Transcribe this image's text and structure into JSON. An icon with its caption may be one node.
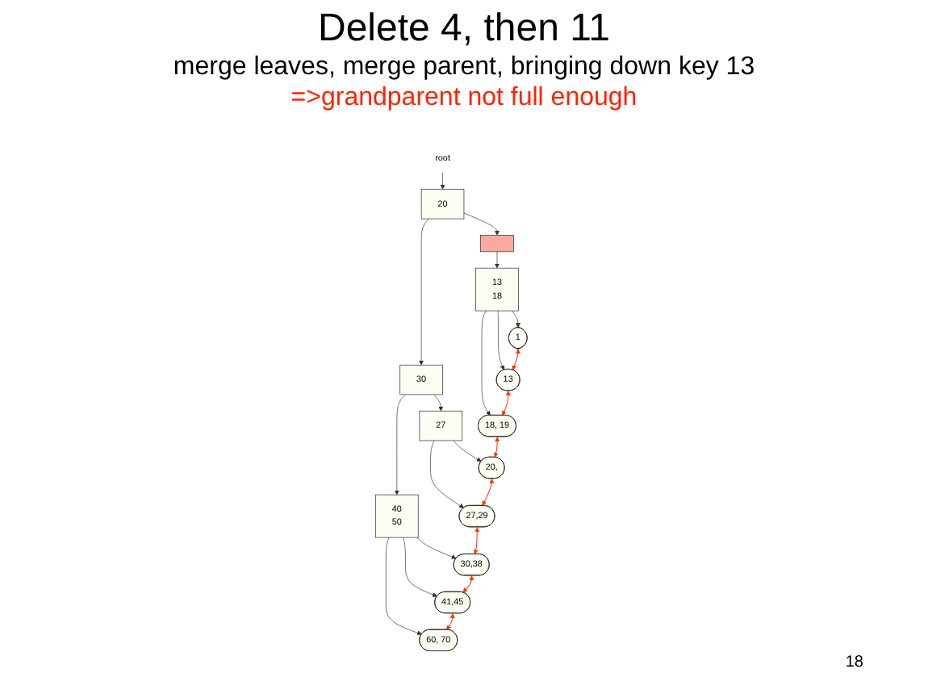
{
  "diagram": {
    "title": "Delete 4, then 11",
    "nodes": [
      {
        "text": [
          "root"
        ]
      },
      {
        "text": [
          "20"
        ]
      },
      {
        "text": [],
        "shape": "box"
      },
      {
        "text": [
          "30"
        ]
      },
      {
        "text": [
          "13",
          "18"
        ]
      },
      {
        "text": [
          "27"
        ]
      },
      {
        "text": [
          "40",
          "50"
        ]
      },
      {
        "text": [
          "1"
        ]
      },
      {
        "text": [
          "13"
        ]
      },
      {
        "text": [
          "18, 19"
        ]
      },
      {
        "text": [
          "20,"
        ]
      },
      {
        "text": [
          "27,29"
        ]
      },
      {
        "text": [
          "30,38"
        ]
      },
      {
        "text": [
          "41,45"
        ]
      },
      {
        "text": [
          "60, 70"
        ]
      }
    ],
    "edges": [
      {
        "from": 0,
        "to": 1,
        "arrow": "to"
      },
      {
        "from": 1,
        "to": 2,
        "arrow": "to"
      },
      {
        "from": 1,
        "to": 3,
        "arrow": "to"
      },
      {
        "from": 2,
        "to": 4,
        "arrow": "to"
      },
      {
        "from": 3,
        "to": 5,
        "arrow": "to"
      },
      {
        "from": 3,
        "to": 6,
        "arrow": "to"
      },
      {
        "from": 4,
        "to": 7,
        "arrow": "to"
      },
      {
        "from": 4,
        "to": 8,
        "arrow": "to"
      },
      {
        "from": 4,
        "to": 9,
        "arrow": "to"
      },
      {
        "from": 5,
        "to": 10,
        "arrow": "to"
      },
      {
        "from": 5,
        "to": 11,
        "arrow": "to"
      },
      {
        "from": 6,
        "to": 12,
        "arrow": "to"
      },
      {
        "from": 6,
        "to": 13,
        "arrow": "to"
      },
      {
        "from": 6,
        "to": 14,
        "arrow": "to"
      },
      {
        "from": 7,
        "to": 8,
        "arrow": "both",
        "color": "#ff3300"
      },
      {
        "from": 8,
        "to": 9,
        "arrow": "both",
        "color": "#ff3300"
      },
      {
        "from": 9,
        "to": 10,
        "arrow": "both",
        "color": "#ff3300"
      },
      {
        "from": 10,
        "to": 11,
        "arrow": "both",
        "color": "#ff3300"
      },
      {
        "from": 11,
        "to": 12,
        "arrow": "both",
        "color": "#ff3300"
      },
      {
        "from": 12,
        "to": 13,
        "arrow": "both",
        "color": "#ff3300"
      },
      {
        "from": 13,
        "to": 14,
        "arrow": "both",
        "color": "#ff3300"
      }
    ],
    "labels": [
      "merge leaves, merge parent, bringing down key 13",
      "=>grandparent not full enough",
      "18"
    ]
  }
}
